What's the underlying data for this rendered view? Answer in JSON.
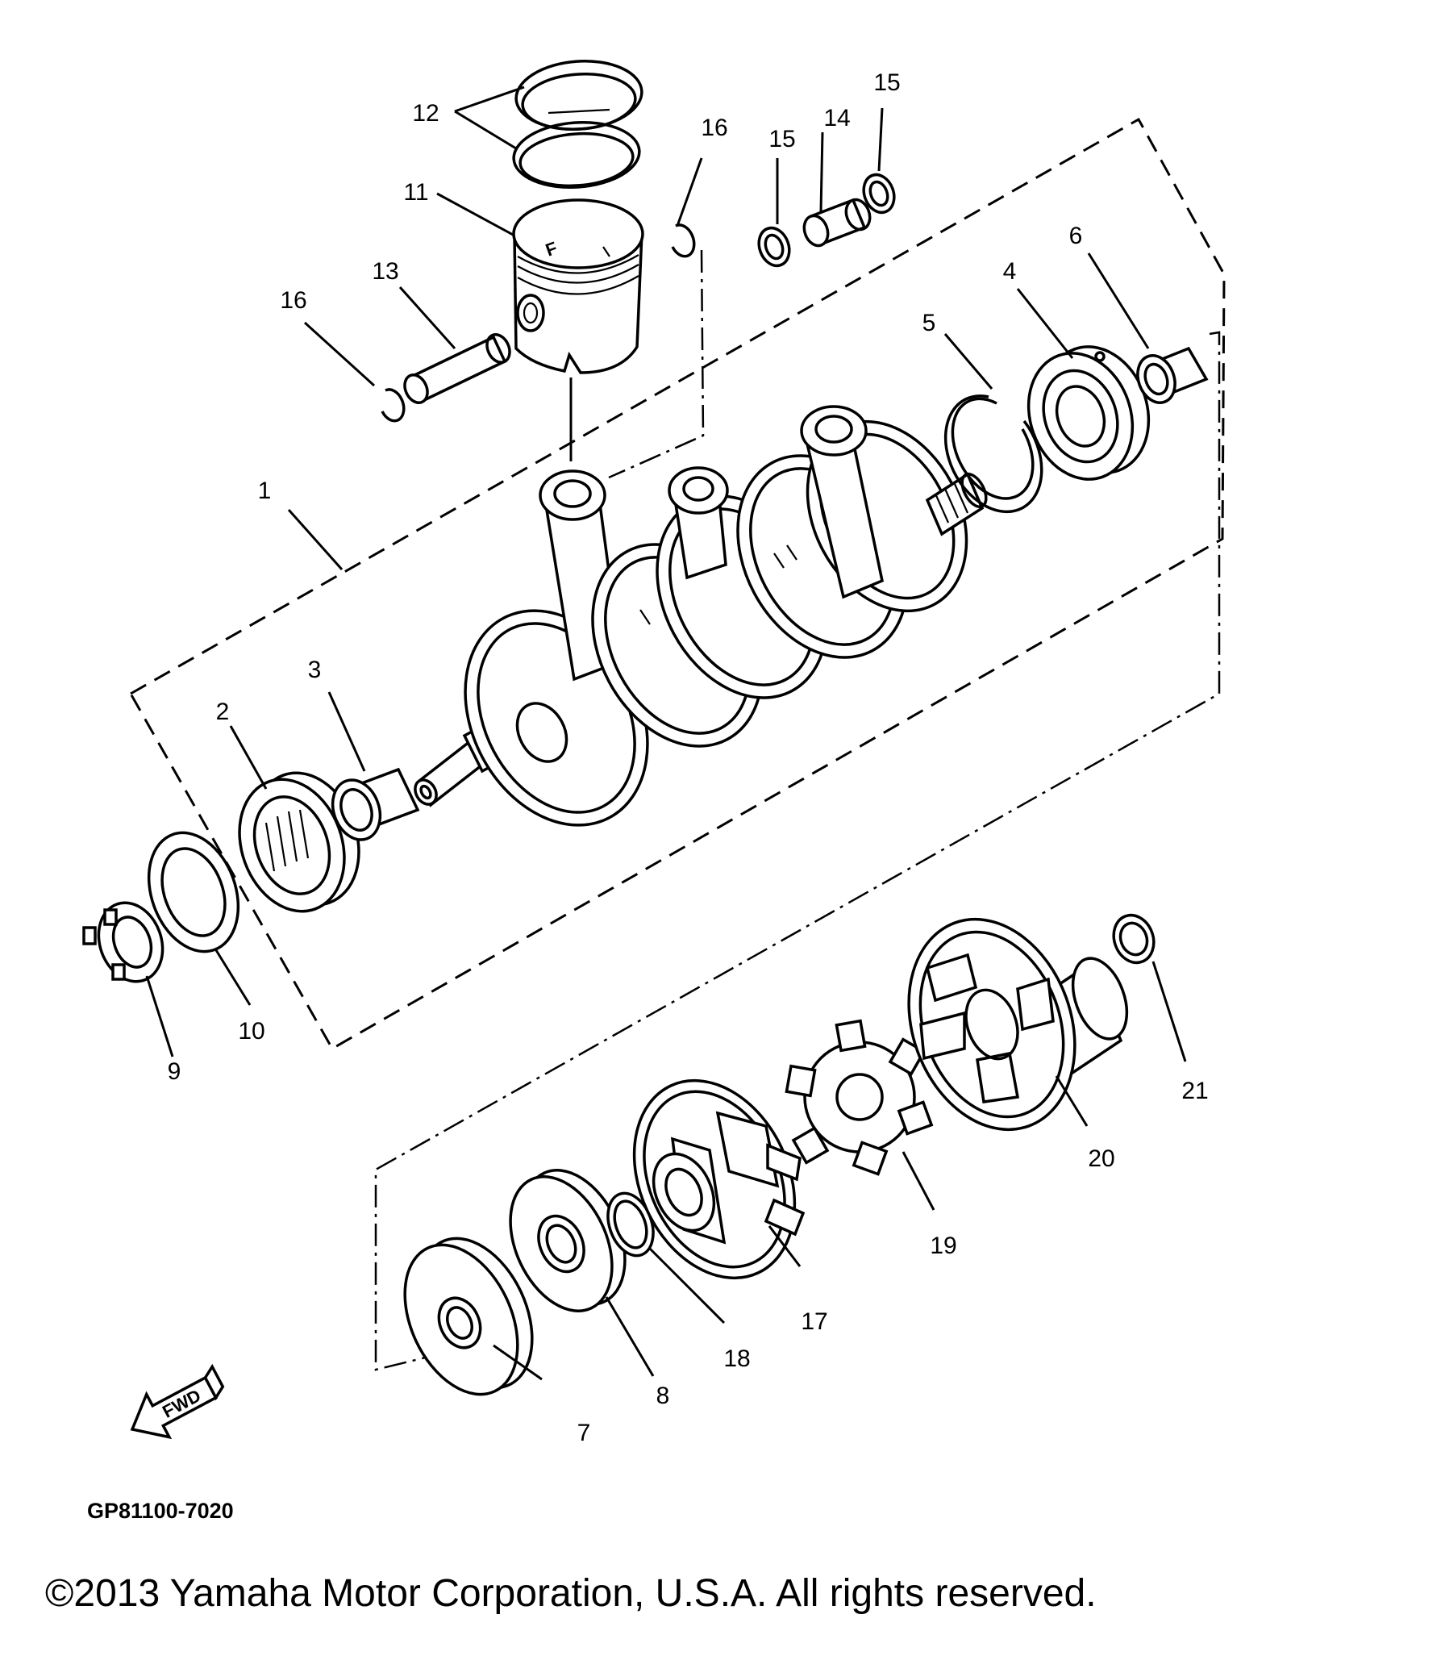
{
  "diagram": {
    "callouts": [
      "1",
      "2",
      "3",
      "4",
      "5",
      "6",
      "7",
      "8",
      "9",
      "10",
      "11",
      "12",
      "13",
      "14",
      "15",
      "15",
      "16",
      "16",
      "17",
      "18",
      "19",
      "20",
      "21"
    ],
    "fwd_label": "FWD",
    "diagram_code": "GP81100-7020",
    "copyright": "©2013 Yamaha Motor Corporation, U.S.A. All rights reserved.",
    "icons": [
      "fwd-arrow-icon"
    ]
  }
}
